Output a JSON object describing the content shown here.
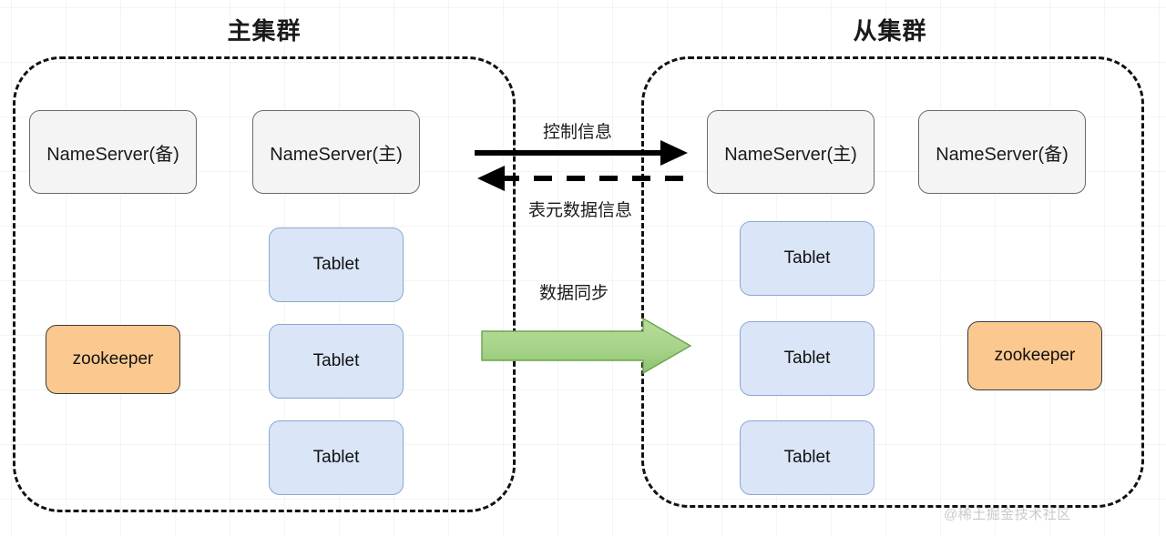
{
  "diagram": {
    "clusters": [
      {
        "id": "primary",
        "title": "主集群",
        "nodes": [
          {
            "label": "NameServer(备)",
            "type": "nameserver"
          },
          {
            "label": "NameServer(主)",
            "type": "nameserver"
          },
          {
            "label": "Tablet",
            "type": "tablet"
          },
          {
            "label": "Tablet",
            "type": "tablet"
          },
          {
            "label": "Tablet",
            "type": "tablet"
          },
          {
            "label": "zookeeper",
            "type": "zookeeper"
          }
        ]
      },
      {
        "id": "secondary",
        "title": "从集群",
        "nodes": [
          {
            "label": "NameServer(主)",
            "type": "nameserver"
          },
          {
            "label": "NameServer(备)",
            "type": "nameserver"
          },
          {
            "label": "Tablet",
            "type": "tablet"
          },
          {
            "label": "Tablet",
            "type": "tablet"
          },
          {
            "label": "Tablet",
            "type": "tablet"
          },
          {
            "label": "zookeeper",
            "type": "zookeeper"
          }
        ]
      }
    ],
    "edges": [
      {
        "id": "control",
        "label": "控制信息",
        "style": "solid",
        "direction": "right",
        "color": "#000000"
      },
      {
        "id": "metadata",
        "label": "表元数据信息",
        "style": "dashed",
        "direction": "left",
        "color": "#000000"
      },
      {
        "id": "sync",
        "label": "数据同步",
        "style": "block",
        "direction": "right",
        "color": "#9ccc7f"
      }
    ]
  },
  "watermark": {
    "text": "@稀土掘金技术社区"
  },
  "colors": {
    "nameserver_fill": "#f4f4f4",
    "nameserver_border": "#6b6b6b",
    "tablet_fill": "#dae5f7",
    "tablet_border": "#8ba7cf",
    "zookeeper_fill": "#fbc98f",
    "zookeeper_border": "#3b3b3b",
    "arrow_black": "#000000",
    "arrow_green": "#9ccc7f"
  }
}
